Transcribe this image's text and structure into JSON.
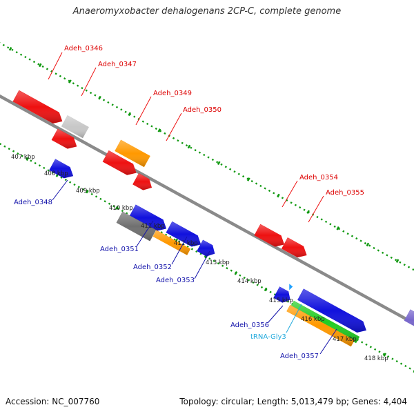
{
  "title": "Anaeromyxobacter dehalogenans 2CP-C, complete genome",
  "footer": {
    "accession": "Accession: NC_007760",
    "summary": "Topology: circular; Length: 5,013,479 bp; Genes: 4,404"
  },
  "colors": {
    "red": "#ee1111",
    "blue": "#1111dd",
    "orange": "#ff9900",
    "gray": "#707070",
    "lightgray": "#c8c8c8",
    "green": "#22cc22",
    "lightblue": "#1ea0ff",
    "purple": "#7766cc",
    "red_label": "#dd0000",
    "blue_label": "#1111aa",
    "trna_label": "#22aadd",
    "backbone": "#8a8a8a",
    "dots": "#119911"
  },
  "scale_ticks": [
    {
      "label": "407 kbp"
    },
    {
      "label": "408 kbp"
    },
    {
      "label": "409 kbp"
    },
    {
      "label": "410 kbp"
    },
    {
      "label": "411 kbp"
    },
    {
      "label": "412 kbp"
    },
    {
      "label": "413 kbp"
    },
    {
      "label": "414 kbp"
    },
    {
      "label": "415 kbp"
    },
    {
      "label": "416 kbp"
    },
    {
      "label": "417 kbp"
    },
    {
      "label": "418 kbp"
    }
  ],
  "gene_labels": {
    "adeh_0346": "Adeh_0346",
    "adeh_0347": "Adeh_0347",
    "adeh_0349": "Adeh_0349",
    "adeh_0350": "Adeh_0350",
    "adeh_0354": "Adeh_0354",
    "adeh_0355": "Adeh_0355",
    "adeh_0348": "Adeh_0348",
    "adeh_0351": "Adeh_0351",
    "adeh_0352": "Adeh_0352",
    "adeh_0353": "Adeh_0353",
    "adeh_0356": "Adeh_0356",
    "trna_gly3": "tRNA-Gly3",
    "adeh_0357": "Adeh_0357"
  }
}
